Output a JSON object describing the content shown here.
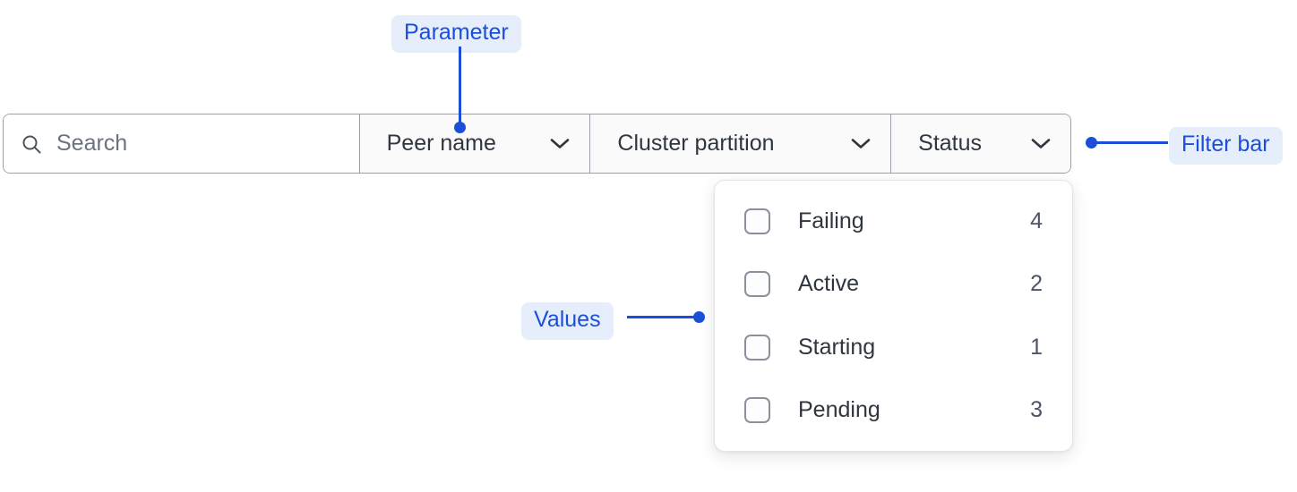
{
  "filter_bar": {
    "search": {
      "icon": "search-icon",
      "placeholder": "Search",
      "value": ""
    },
    "filters": [
      {
        "id": "peer-name",
        "label": "Peer name",
        "chevron": "chevron-down-icon",
        "expanded": false
      },
      {
        "id": "cluster-partition",
        "label": "Cluster partition",
        "chevron": "chevron-down-icon",
        "expanded": false
      },
      {
        "id": "status",
        "label": "Status",
        "chevron": "chevron-down-icon",
        "expanded": true
      }
    ]
  },
  "dropdown": {
    "owner": "status",
    "options": [
      {
        "label": "Failing",
        "count": "4",
        "checked": false
      },
      {
        "label": "Active",
        "count": "2",
        "checked": false
      },
      {
        "label": "Starting",
        "count": "1",
        "checked": false
      },
      {
        "label": "Pending",
        "count": "3",
        "checked": false
      }
    ]
  },
  "annotations": [
    {
      "id": "parameter",
      "label": "Parameter",
      "target": "peer-name-filter"
    },
    {
      "id": "filter-bar",
      "label": "Filter bar",
      "target": "filter-bar"
    },
    {
      "id": "values",
      "label": "Values",
      "target": "status-dropdown-options"
    }
  ],
  "colors": {
    "annotation_text": "#1b4fd8",
    "annotation_chip_bg": "#e6eefc",
    "text_primary": "#2f3640",
    "text_muted": "#6b7280",
    "border": "#9ba1ab",
    "panel_border": "#e3e5e8",
    "cell_bg": "#fafafa",
    "search_bg": "#ffffff"
  }
}
